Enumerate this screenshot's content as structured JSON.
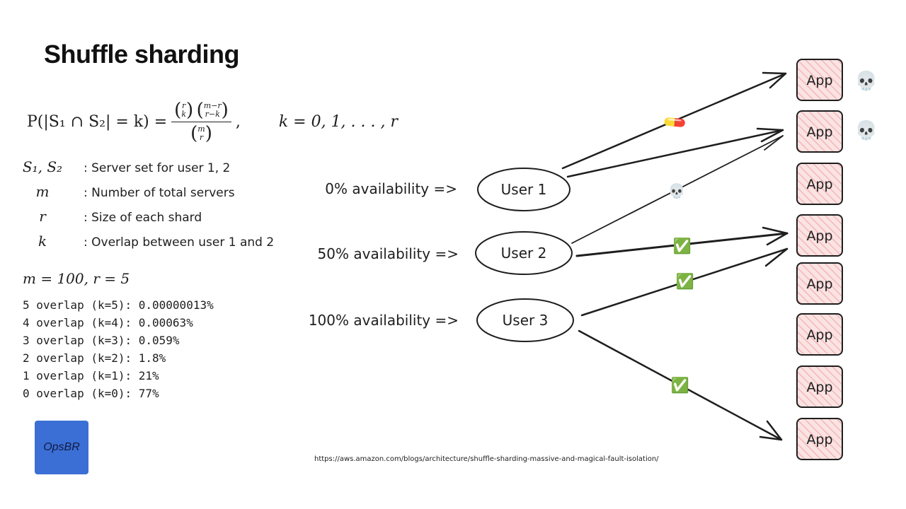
{
  "title": "Shuffle sharding",
  "formula": {
    "lhs": "P(|S₁ ∩ S₂| = k) =",
    "num_a_top": "r",
    "num_a_bottom": "k",
    "num_b_top": "m−r",
    "num_b_bottom": "r−k",
    "den_top": "m",
    "den_bottom": "r",
    "trail": ",",
    "k_range": "k = 0, 1, . . . , r"
  },
  "definitions": [
    {
      "symbol": "S₁, S₂",
      "text": ": Server set for user 1, 2"
    },
    {
      "symbol": "m",
      "text": ": Number of total servers"
    },
    {
      "symbol": "r",
      "text": ": Size of each shard"
    },
    {
      "symbol": "k",
      "text": ": Overlap between user 1 and 2"
    }
  ],
  "params": "m = 100, r = 5",
  "overlaps": [
    "5 overlap (k=5): 0.00000013%",
    "4 overlap (k=4): 0.00063%",
    "3 overlap (k=3): 0.059%",
    "2 overlap (k=2): 1.8%",
    "1 overlap (k=1): 21%",
    "0 overlap (k=0): 77%"
  ],
  "logo": "OpsBR",
  "reference": "https://aws.amazon.com/blogs/architecture/shuffle-sharding-massive-and-magical-fault-isolation/",
  "users": [
    {
      "label": "User 1",
      "availability": "0% availability =>"
    },
    {
      "label": "User 2",
      "availability": "50% availability =>"
    },
    {
      "label": "User 3",
      "availability": "100% availability =>"
    }
  ],
  "apps": [
    "App",
    "App",
    "App",
    "App",
    "App",
    "App",
    "App",
    "App"
  ],
  "status_icons": {
    "app_dead": "💀",
    "link_dead": "💀",
    "link_ok": "✅",
    "pill": "💊"
  },
  "colors": {
    "app_fill": "#fbe3e3",
    "app_hatch": "#f3b7b7",
    "stroke": "#1e1e1e",
    "logo_bg": "#3b6fd6"
  }
}
